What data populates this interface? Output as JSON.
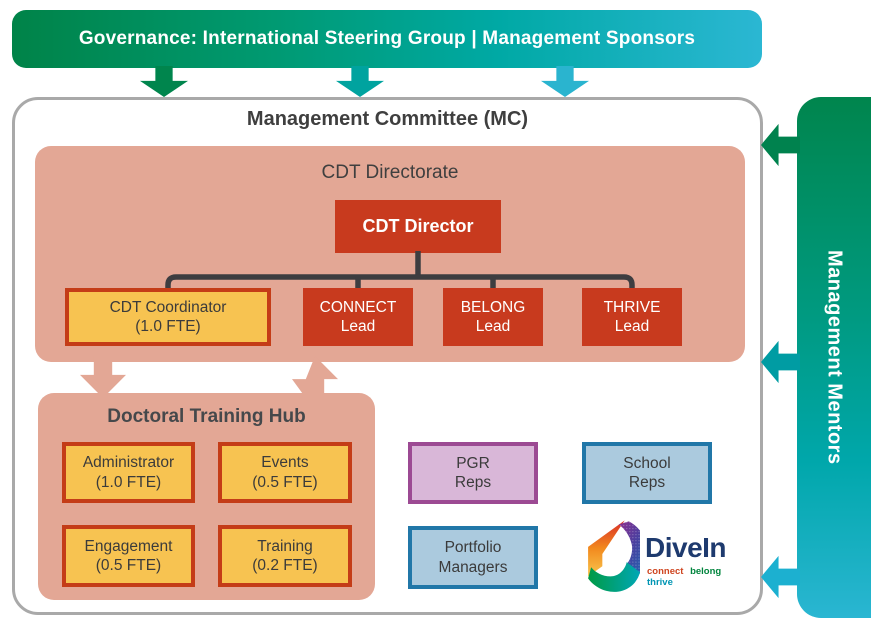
{
  "governance": {
    "label": "Governance: International Steering Group | Management Sponsors"
  },
  "committee": {
    "title": "Management Committee (MC)"
  },
  "directorate": {
    "title": "CDT Directorate",
    "director_label": "CDT Director",
    "roles": [
      {
        "line1": "CDT Coordinator",
        "line2": "(1.0 FTE)"
      },
      {
        "line1": "CONNECT",
        "line2": "Lead"
      },
      {
        "line1": "BELONG",
        "line2": "Lead"
      },
      {
        "line1": "THRIVE",
        "line2": "Lead"
      }
    ]
  },
  "hub": {
    "title": "Doctoral Training Hub",
    "roles": [
      {
        "line1": "Administrator",
        "line2": "(1.0 FTE)"
      },
      {
        "line1": "Events",
        "line2": "(0.5 FTE)"
      },
      {
        "line1": "Engagement",
        "line2": "(0.5 FTE)"
      },
      {
        "line1": "Training",
        "line2": "(0.2 FTE)"
      }
    ]
  },
  "stakeholders": [
    {
      "line1": "PGR",
      "line2": "Reps"
    },
    {
      "line1": "School",
      "line2": "Reps"
    },
    {
      "line1": "Portfolio",
      "line2": "Managers"
    }
  ],
  "mentors": {
    "label": "Management Mentors"
  },
  "logo": {
    "name": "DiveIn",
    "tagline_words": [
      "connect",
      "belong",
      "thrive"
    ]
  },
  "colors": {
    "gradient_green": "#008348",
    "gradient_cyan": "#2bb7d3",
    "salmon": "#e3a795",
    "box_red": "#c83a1e",
    "box_yellow": "#f7c351",
    "yellow_border": "#c43c17",
    "purple_border": "#9c4a93",
    "purple_fill": "#d9b7d8",
    "blue_border": "#2177a8",
    "blue_fill": "#abcade",
    "connector_gray": "#3d3d40",
    "logo_navy": "#1e3a6e"
  }
}
